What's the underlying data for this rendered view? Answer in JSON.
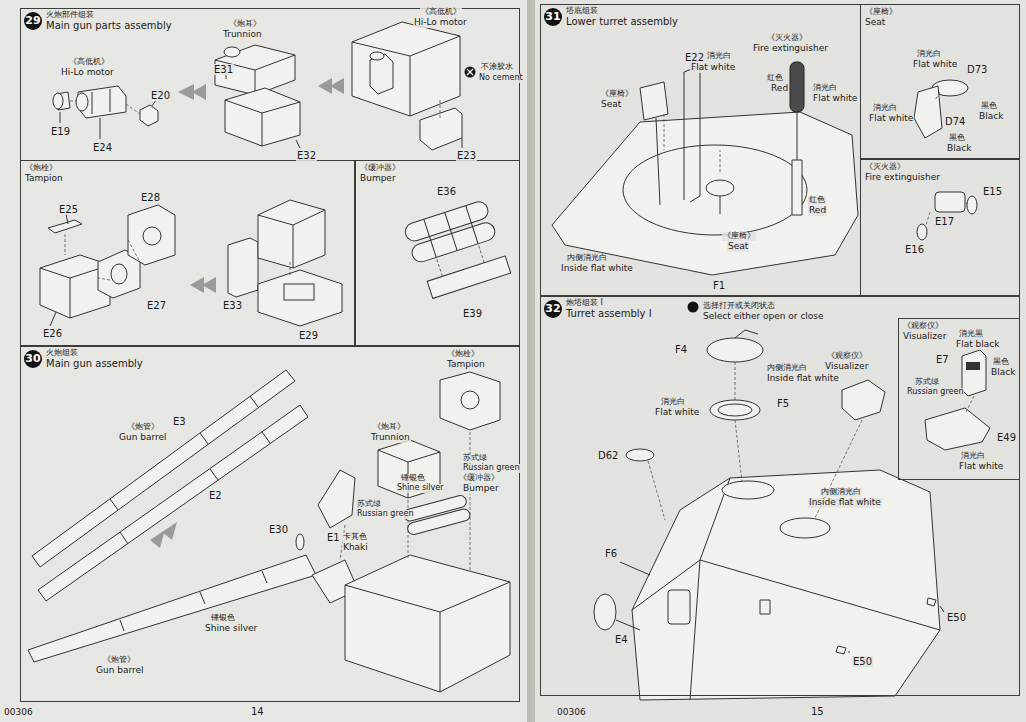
{
  "diagram": {
    "nodes": [
      {
        "text": [
          "29",
          "火炮部件组装",
          "Main gun parts assembly"
        ]
      },
      {
        "text": [
          "《炮栓》",
          "Tampion"
        ],
        "in": 0
      },
      {
        "text": [
          "《缓冲器》",
          "Bumper"
        ],
        "in": 0
      },
      {
        "text": [
          "30",
          "火炮组装",
          "Main gun assembly"
        ]
      },
      {
        "text": [
          "31",
          "塔底组装",
          "Lower turret assembly"
        ]
      },
      {
        "text": [
          "《座椅》",
          "Seat"
        ],
        "in": 4
      },
      {
        "text": [
          "《灭火器》",
          "Fire extinguisher"
        ],
        "in": 4
      },
      {
        "text": [
          "32",
          "炮塔组装 I",
          "Turret assembly I"
        ]
      },
      {
        "text": [
          "《观察仪》",
          "Visualizer"
        ],
        "in": 7
      }
    ],
    "labels": [
      "《高低机》",
      "Hi-Lo motor",
      "E19",
      "E24",
      "E20",
      "《炮耳》",
      "Trunnion",
      "E31",
      "E32",
      "《高低机》",
      "Hi-Lo motor",
      "不涂胶水",
      "No cement",
      "E23",
      "E25",
      "E28",
      "E27",
      "E26",
      "E33",
      "E29",
      "E36",
      "E39",
      "《炮管》",
      "Gun barrel",
      "E3",
      "E2",
      "《炮栓》",
      "Tampion",
      "《炮耳》",
      "Trunnion",
      "苏式绿",
      "Russian green",
      "苏式绿",
      "Russian green",
      "E1",
      "卡其色",
      "Khaki",
      "锤银色",
      "Shine silver",
      "《缓冲器》",
      "Bumper",
      "E30",
      "锤银色",
      "Shine silver",
      "《炮管》",
      "Gun barrel",
      "00306",
      "14",
      "E22",
      "消光白",
      "Flat white",
      "《座椅》",
      "Seat",
      "《灭火器》",
      "Fire extinguisher",
      "红色",
      "Red",
      "消光白",
      "Flat white",
      "《座椅》",
      "Seat",
      "红色",
      "Red",
      "内侧消光白",
      "Inside flat white",
      "F1",
      "消光白",
      "Flat white",
      "D73",
      "黑色",
      "Black",
      "消光白",
      "Flat white",
      "D74",
      "黑色",
      "Black",
      "E15",
      "E17",
      "E16",
      "选择打开或关闭状态",
      "Select either open or close",
      "F4",
      "内侧消光白",
      "Inside flat white",
      "F5",
      "消光白",
      "Flat white",
      "D62",
      "《观察仪》",
      "Visualizer",
      "内侧消光白",
      "Inside flat white",
      "F6",
      "E4",
      "E50",
      "E50",
      "消光黑",
      "Flat black",
      "E7",
      "黑色",
      "Black",
      "苏式绿",
      "Russian green",
      "E49",
      "消光白",
      "Flat white",
      "00306",
      "15"
    ]
  }
}
